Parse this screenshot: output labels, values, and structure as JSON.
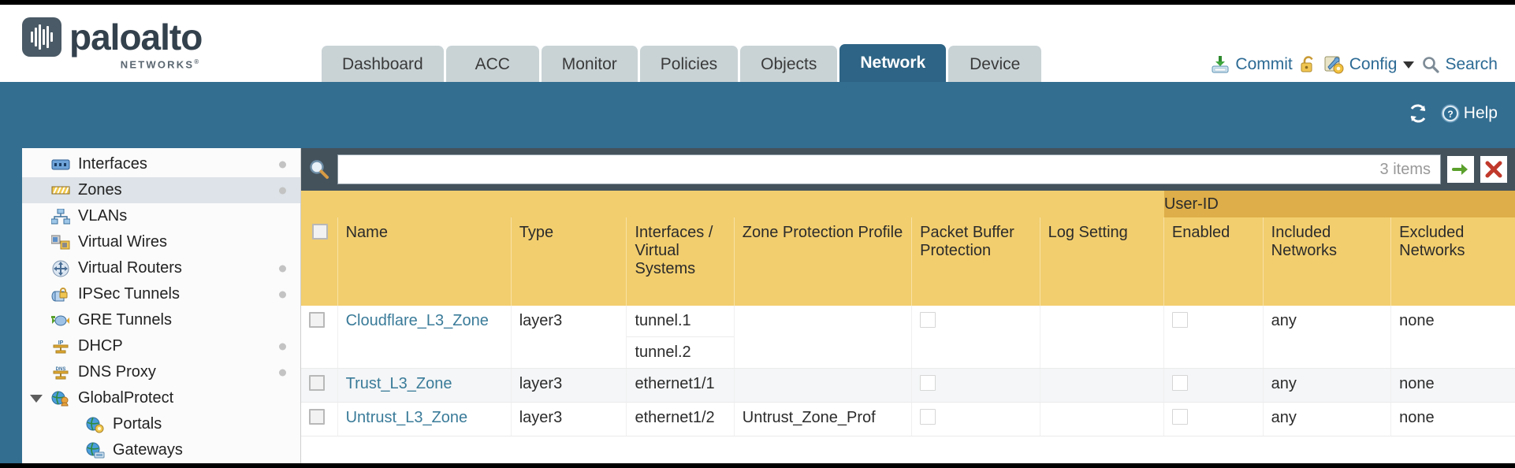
{
  "brand": {
    "name": "paloalto",
    "tagline": "NETWORKS",
    "registered": "®"
  },
  "nav": {
    "tabs": [
      {
        "label": "Dashboard",
        "active": false
      },
      {
        "label": "ACC",
        "active": false
      },
      {
        "label": "Monitor",
        "active": false
      },
      {
        "label": "Policies",
        "active": false
      },
      {
        "label": "Objects",
        "active": false
      },
      {
        "label": "Network",
        "active": true
      },
      {
        "label": "Device",
        "active": false
      }
    ]
  },
  "toolbar": {
    "commit_label": "Commit",
    "commit_icon": "commit-save-icon",
    "lock_icon": "unlock-icon",
    "config_label": "Config",
    "config_icon": "config-wrench-icon",
    "search_label": "Search",
    "search_icon": "search-magnifier-icon"
  },
  "bluebar": {
    "refresh_icon": "refresh-icon",
    "help_label": "Help",
    "help_icon": "help-question-icon"
  },
  "sidebar": {
    "items": [
      {
        "label": "Interfaces",
        "icon": "interfaces-icon",
        "selected": false,
        "dot": true,
        "child": false,
        "expander": false
      },
      {
        "label": "Zones",
        "icon": "zones-icon",
        "selected": true,
        "dot": true,
        "child": false,
        "expander": false
      },
      {
        "label": "VLANs",
        "icon": "vlans-icon",
        "selected": false,
        "dot": false,
        "child": false,
        "expander": false
      },
      {
        "label": "Virtual Wires",
        "icon": "virtual-wires-icon",
        "selected": false,
        "dot": false,
        "child": false,
        "expander": false
      },
      {
        "label": "Virtual Routers",
        "icon": "virtual-routers-icon",
        "selected": false,
        "dot": true,
        "child": false,
        "expander": false
      },
      {
        "label": "IPSec Tunnels",
        "icon": "ipsec-tunnels-icon",
        "selected": false,
        "dot": true,
        "child": false,
        "expander": false
      },
      {
        "label": "GRE Tunnels",
        "icon": "gre-tunnels-icon",
        "selected": false,
        "dot": false,
        "child": false,
        "expander": false
      },
      {
        "label": "DHCP",
        "icon": "dhcp-icon",
        "selected": false,
        "dot": true,
        "child": false,
        "expander": false
      },
      {
        "label": "DNS Proxy",
        "icon": "dns-proxy-icon",
        "selected": false,
        "dot": true,
        "child": false,
        "expander": false
      },
      {
        "label": "GlobalProtect",
        "icon": "globalprotect-icon",
        "selected": false,
        "dot": false,
        "child": false,
        "expander": true
      },
      {
        "label": "Portals",
        "icon": "portals-icon",
        "selected": false,
        "dot": false,
        "child": true,
        "expander": false
      },
      {
        "label": "Gateways",
        "icon": "gateways-icon",
        "selected": false,
        "dot": false,
        "child": true,
        "expander": false
      }
    ]
  },
  "filter": {
    "search_icon": "search-magnifier-icon",
    "search_value": "",
    "search_placeholder": "",
    "items_count": "3 items",
    "apply_icon": "apply-filter-arrow-icon",
    "clear_icon": "clear-filter-x-icon"
  },
  "table": {
    "group_header": {
      "label": "User-ID",
      "span": 3
    },
    "columns": [
      "Name",
      "Type",
      "Interfaces / Virtual Systems",
      "Zone Protection Profile",
      "Packet Buffer Protection",
      "Log Setting",
      "Enabled",
      "Included Networks",
      "Excluded Networks"
    ],
    "rows": [
      {
        "selected": false,
        "name": "Cloudflare_L3_Zone",
        "type": "layer3",
        "interfaces": [
          "tunnel.1",
          "tunnel.2"
        ],
        "zone_protection_profile": "",
        "packet_buffer_protection": false,
        "log_setting": "",
        "userid_enabled": false,
        "included_networks": "any",
        "excluded_networks": "none"
      },
      {
        "selected": false,
        "name": "Trust_L3_Zone",
        "type": "layer3",
        "interfaces": [
          "ethernet1/1"
        ],
        "zone_protection_profile": "",
        "packet_buffer_protection": false,
        "log_setting": "",
        "userid_enabled": false,
        "included_networks": "any",
        "excluded_networks": "none"
      },
      {
        "selected": false,
        "name": "Untrust_L3_Zone",
        "type": "layer3",
        "interfaces": [
          "ethernet1/2"
        ],
        "zone_protection_profile": "Untrust_Zone_Prof",
        "packet_buffer_protection": false,
        "log_setting": "",
        "userid_enabled": false,
        "included_networks": "any",
        "excluded_networks": "none"
      }
    ]
  },
  "colors": {
    "brand_blue": "#336d90",
    "tab_active": "#2e6485",
    "tab_inactive": "#c9d3d6",
    "table_header": "#f2ce6e",
    "group_header": "#ddae49",
    "link": "#3a7b99",
    "filter_bar": "#44525c"
  }
}
